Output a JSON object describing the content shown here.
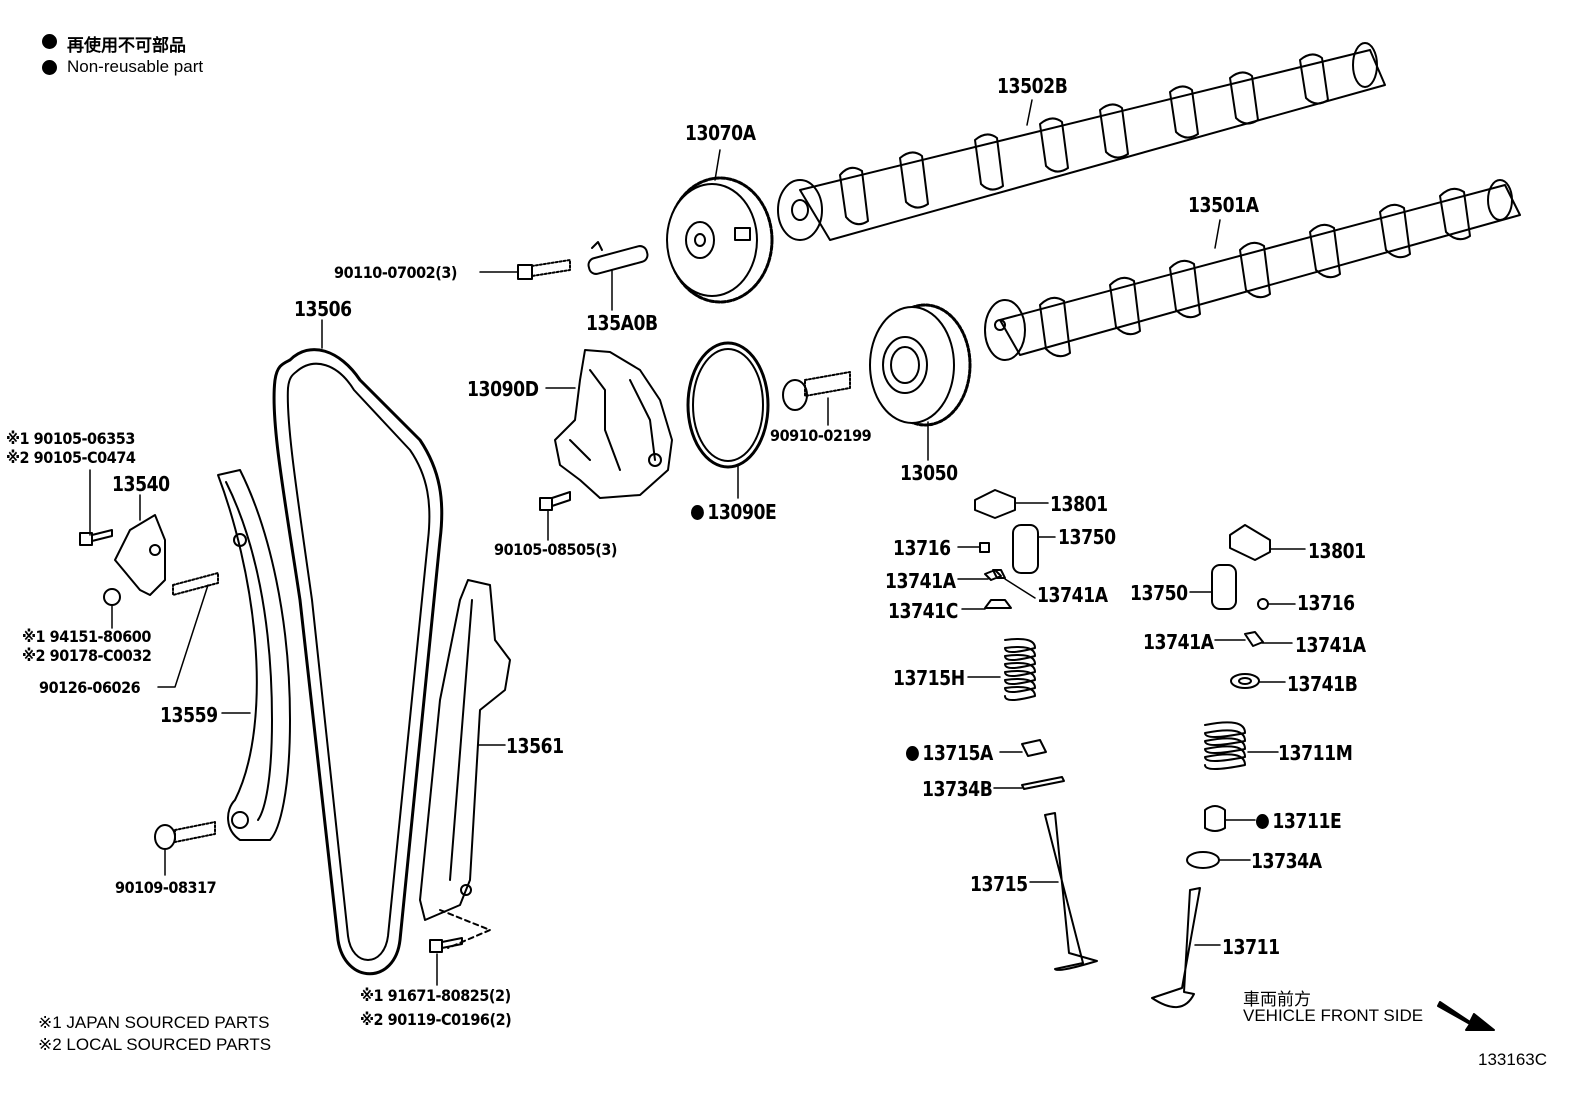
{
  "legend": {
    "japanese": "再使用不可部品",
    "english": "Non-reusable part"
  },
  "parts": {
    "p13502B": "13502B",
    "p13070A": "13070A",
    "p13501A": "13501A",
    "p90110": "90110-07002(3)",
    "p135A0B": "135A0B",
    "p13506": "13506",
    "p13090D": "13090D",
    "p90910": "90910-02199",
    "p13050": "13050",
    "p90105a": "※1 90105-06353",
    "p90105b": "※2 90105-C0474",
    "p13540": "13540",
    "p13801a": "13801",
    "p13090E": "13090E",
    "p90105c": "90105-08505(3)",
    "p13716a": "13716",
    "p13750a": "13750",
    "p13801b": "13801",
    "p13741Aa": "13741A",
    "p13741Ab": "13741A",
    "p13741C": "13741C",
    "p13750b": "13750",
    "p13716b": "13716",
    "p94151": "※1 94151-80600",
    "p90178": "※2 90178-C0032",
    "p13741Ac": "13741A",
    "p13741Ad": "13741A",
    "p13715H": "13715H",
    "p13741B": "13741B",
    "p90126": "90126-06026",
    "p13559": "13559",
    "p13561": "13561",
    "p13715A": "13715A",
    "p13711M": "13711M",
    "p13734B": "13734B",
    "p13711E": "13711E",
    "p90109": "90109-08317",
    "p13734A": "13734A",
    "p13715": "13715",
    "p13711": "13711",
    "p91671": "※1 91671-80825(2)",
    "p90119": "※2 90119-C0196(2)"
  },
  "notes": {
    "japan": "※1 JAPAN SOURCED PARTS",
    "local": "※2 LOCAL SOURCED PARTS",
    "front_jp": "車両前方",
    "front_en": "VEHICLE FRONT SIDE",
    "figure_id": "133163C"
  }
}
